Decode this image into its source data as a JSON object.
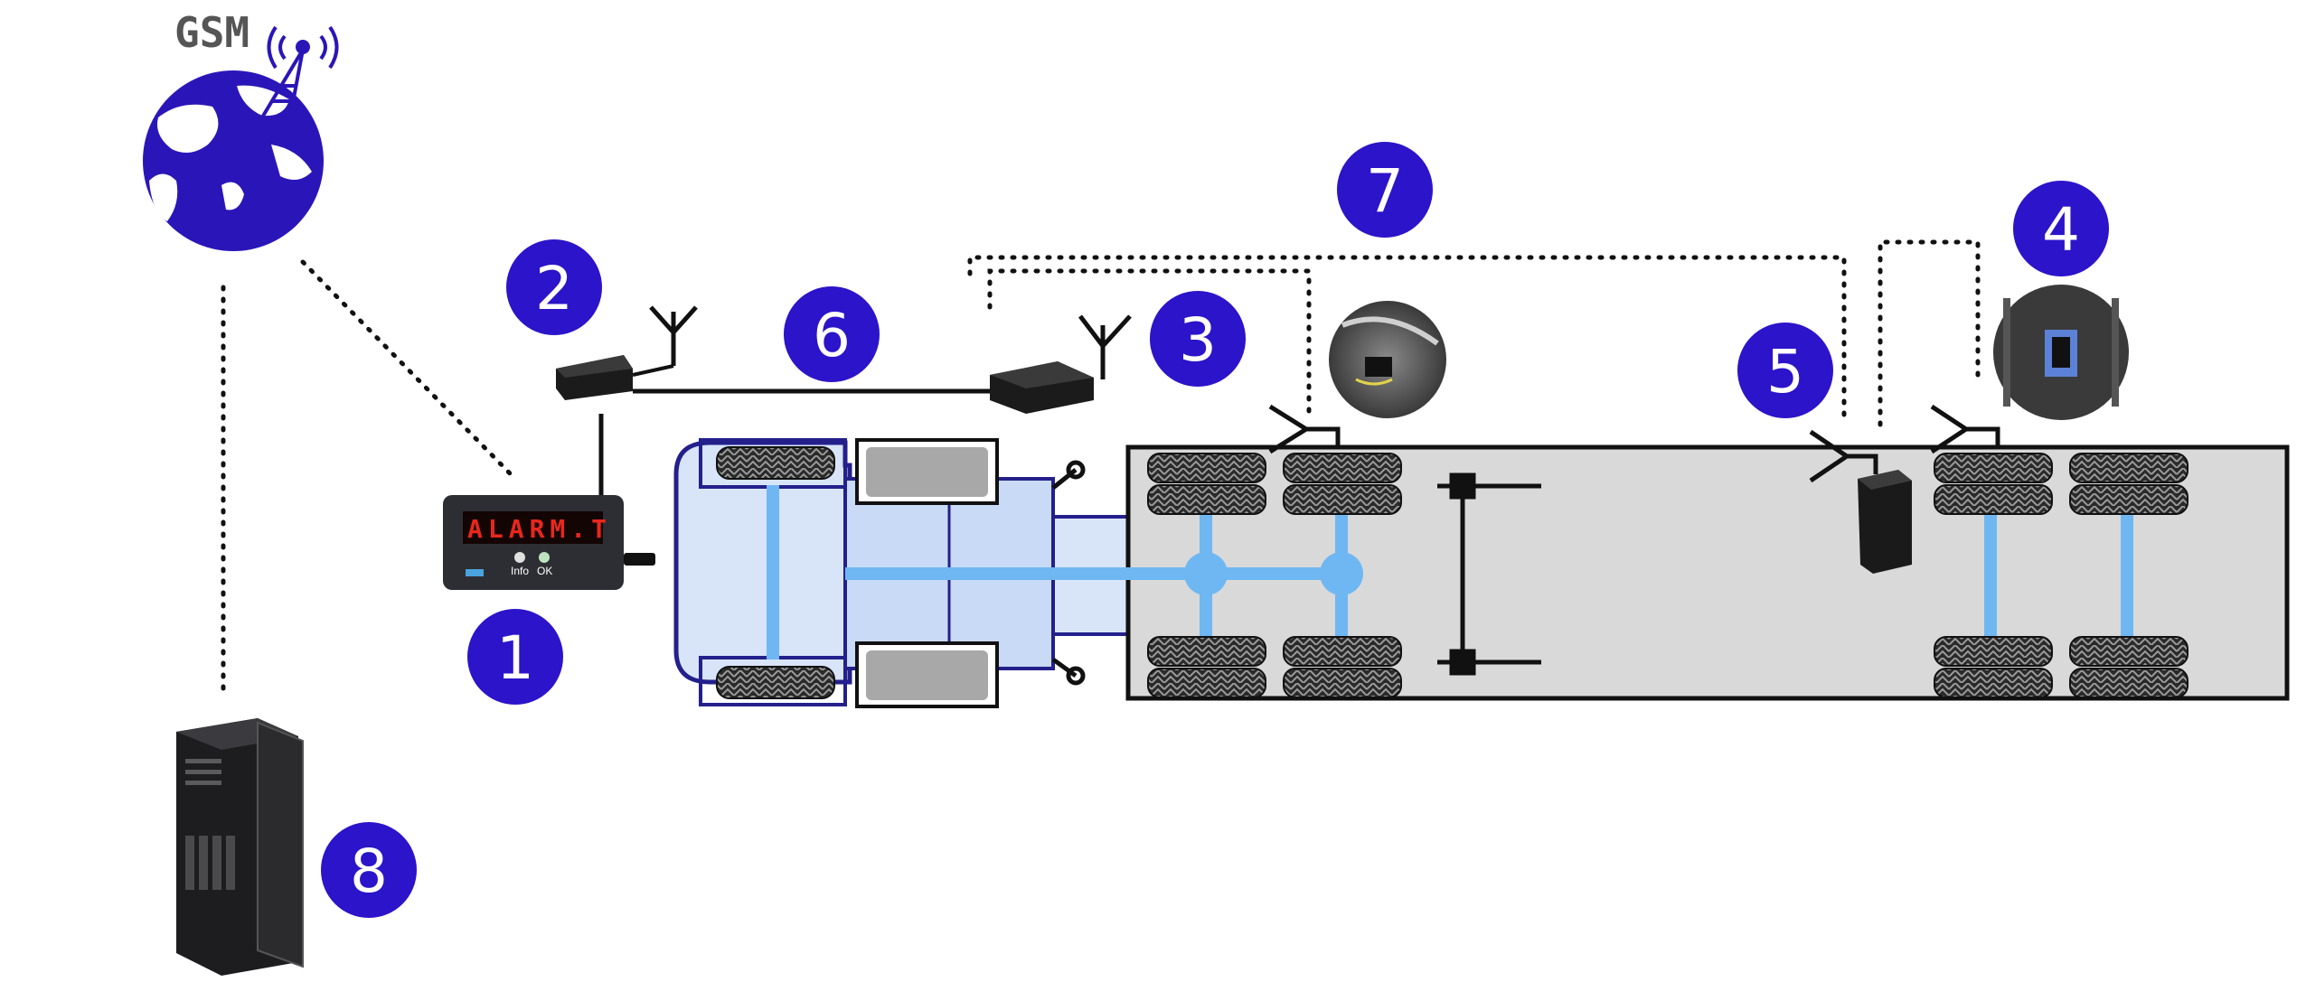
{
  "gsm": {
    "label": "GSM"
  },
  "display_unit": {
    "screen_text": "ALARM.T",
    "info_label": "Info",
    "ok_label": "OK"
  },
  "badges": [
    {
      "id": "badge-1",
      "text": "1"
    },
    {
      "id": "badge-2",
      "text": "2"
    },
    {
      "id": "badge-3",
      "text": "3"
    },
    {
      "id": "badge-4",
      "text": "4"
    },
    {
      "id": "badge-5",
      "text": "5"
    },
    {
      "id": "badge-6",
      "text": "6"
    },
    {
      "id": "badge-7",
      "text": "7"
    },
    {
      "id": "badge-8",
      "text": "8"
    }
  ],
  "colors": {
    "badge": "#2b14c9",
    "globe": "#2a16b8",
    "truck_fill": "#d8e4f8",
    "truck_stroke": "#23208c",
    "axle": "#6fb7f2",
    "trailer_fill": "#d9d9d9",
    "display_digits": "#e8271c"
  }
}
